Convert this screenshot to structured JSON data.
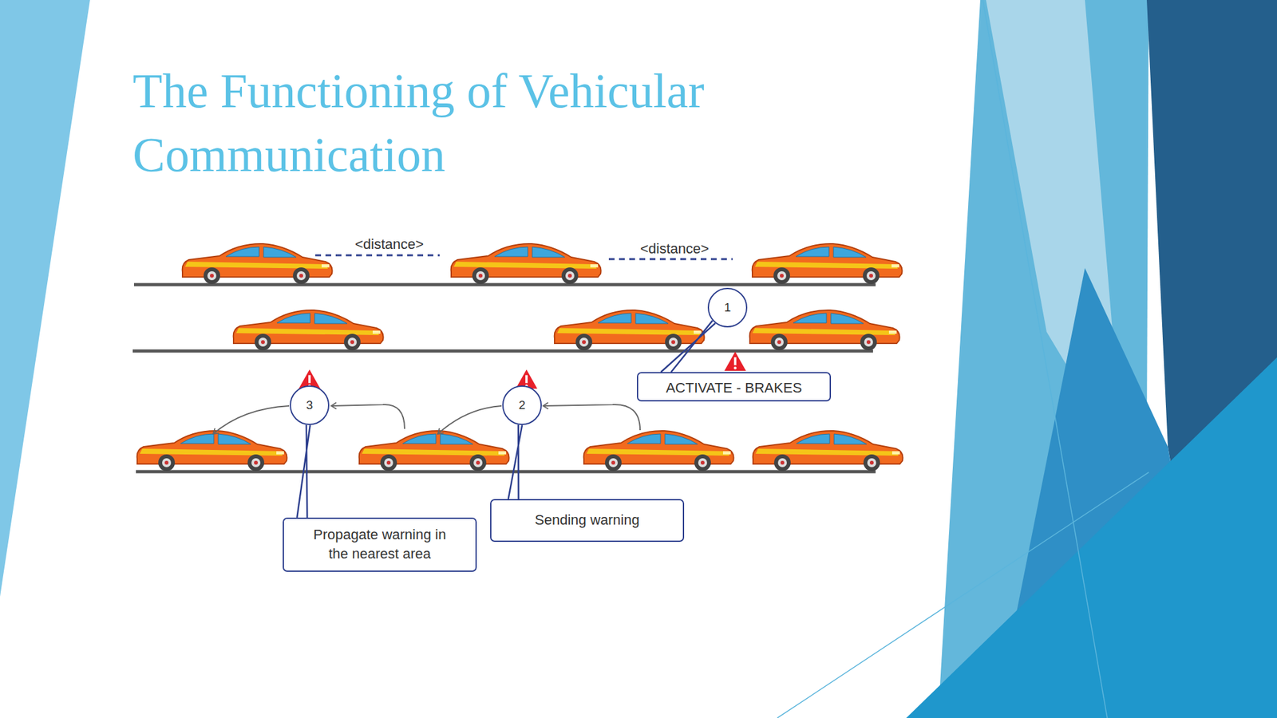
{
  "diagram": {
    "title": "The Functioning of Vehicular Communication",
    "nodes": [
      {
        "text": [
          "1"
        ]
      },
      {
        "text": [
          "ACTIVATE - BRAKES"
        ]
      },
      {
        "text": [
          "3"
        ]
      },
      {
        "text": [
          "2"
        ]
      },
      {
        "text": [
          "Sending warning"
        ]
      },
      {
        "text": [
          "Propagate warning in the nearest area"
        ]
      }
    ],
    "edges": [
      {
        "from": 0,
        "to": 1,
        "arrow": "none"
      },
      {
        "from": 3,
        "to": 4,
        "arrow": "none"
      },
      {
        "from": 2,
        "to": 5,
        "arrow": "none"
      }
    ],
    "labels": [
      "<distance>",
      "<distance>"
    ]
  }
}
